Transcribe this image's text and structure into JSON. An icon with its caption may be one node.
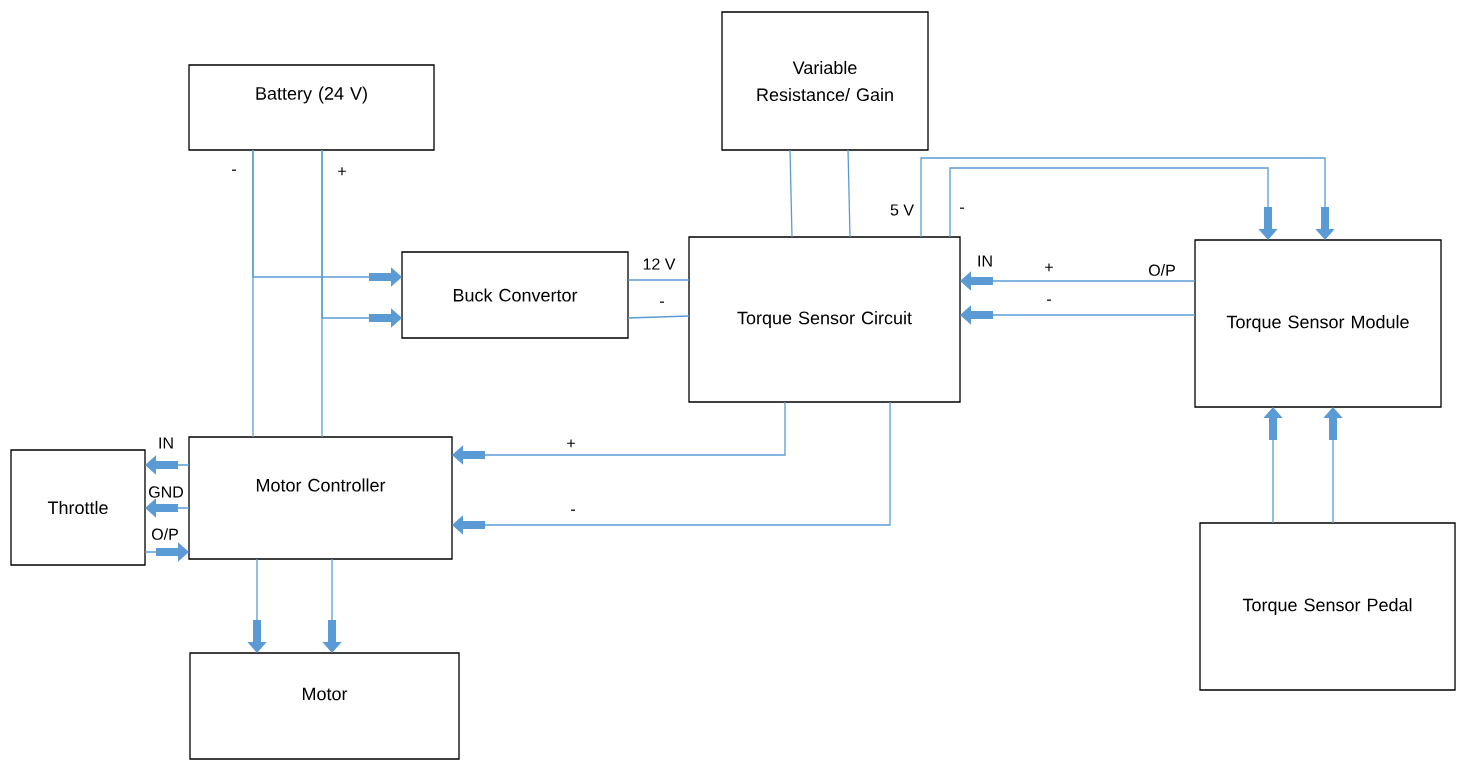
{
  "diagram": {
    "nodes": [
      {
        "text": [
          "Battery (24 V)"
        ]
      },
      {
        "text": [
          "Variable Resistance/ Gain"
        ]
      },
      {
        "text": [
          "Buck Convertor"
        ]
      },
      {
        "text": [
          "Torque Sensor Circuit"
        ]
      },
      {
        "text": [
          "Torque Sensor Module"
        ]
      },
      {
        "text": [
          "Throttle"
        ]
      },
      {
        "text": [
          "Motor Controller"
        ]
      },
      {
        "text": [
          "Motor"
        ]
      },
      {
        "text": [
          "Torque Sensor Pedal"
        ]
      }
    ],
    "edges": [
      {
        "from": 0,
        "to": 6,
        "arrow": "none",
        "label": "-"
      },
      {
        "from": 0,
        "to": 6,
        "arrow": "none",
        "label": "+"
      },
      {
        "from": 0,
        "to": 2,
        "arrow": "to"
      },
      {
        "from": 0,
        "to": 2,
        "arrow": "to"
      },
      {
        "from": 2,
        "to": 3,
        "arrow": "none",
        "label": "12 V"
      },
      {
        "from": 2,
        "to": 3,
        "arrow": "none",
        "label": "-"
      },
      {
        "from": 1,
        "to": 3,
        "arrow": "none"
      },
      {
        "from": 1,
        "to": 3,
        "arrow": "none"
      },
      {
        "from": 3,
        "to": 4,
        "arrow": "to",
        "label": "5 V"
      },
      {
        "from": 3,
        "to": 4,
        "arrow": "to",
        "label": "-"
      },
      {
        "from": 4,
        "to": 3,
        "arrow": "to",
        "label": "+"
      },
      {
        "from": 4,
        "to": 3,
        "arrow": "to",
        "label": "-"
      },
      {
        "from": 3,
        "to": 6,
        "arrow": "to",
        "label": "+"
      },
      {
        "from": 3,
        "to": 6,
        "arrow": "to",
        "label": "-"
      },
      {
        "from": 6,
        "to": 5,
        "arrow": "to",
        "label": "IN"
      },
      {
        "from": 6,
        "to": 5,
        "arrow": "to",
        "label": "GND"
      },
      {
        "from": 5,
        "to": 6,
        "arrow": "to",
        "label": "O/P"
      },
      {
        "from": 6,
        "to": 7,
        "arrow": "to"
      },
      {
        "from": 6,
        "to": 7,
        "arrow": "to"
      },
      {
        "from": 8,
        "to": 4,
        "arrow": "to"
      },
      {
        "from": 8,
        "to": 4,
        "arrow": "to"
      }
    ],
    "labels": [
      "IN",
      "O/P"
    ]
  }
}
